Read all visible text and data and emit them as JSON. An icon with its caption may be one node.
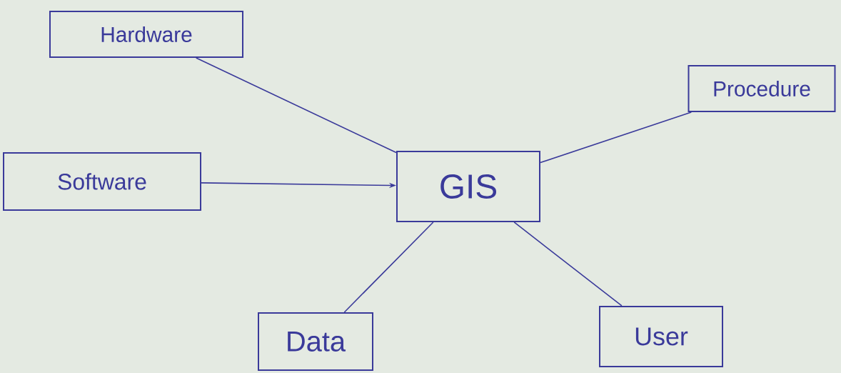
{
  "diagram": {
    "nodes": [
      {
        "text": [
          "Hardware"
        ]
      },
      {
        "text": [
          "Procedure"
        ]
      },
      {
        "text": [
          "Software"
        ]
      },
      {
        "text": [
          "GIS"
        ]
      },
      {
        "text": [
          "Data"
        ]
      },
      {
        "text": [
          "User"
        ]
      }
    ],
    "edges": [
      {
        "from": 0,
        "to": 3,
        "arrow": "none"
      },
      {
        "from": 1,
        "to": 3,
        "arrow": "none"
      },
      {
        "from": 2,
        "to": 3,
        "arrow": "to"
      },
      {
        "from": 3,
        "to": 4,
        "arrow": "none"
      },
      {
        "from": 3,
        "to": 5,
        "arrow": "none"
      }
    ]
  }
}
